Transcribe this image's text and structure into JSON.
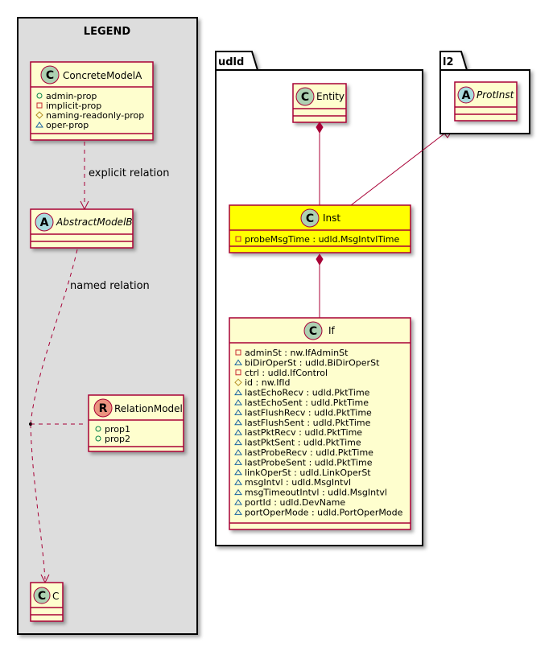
{
  "legend": {
    "title": "LEGEND",
    "concrete": {
      "name": "ConcreteModelA",
      "attrs": [
        {
          "vis": "public",
          "text": "admin-prop"
        },
        {
          "vis": "private",
          "text": "implicit-prop"
        },
        {
          "vis": "protected",
          "text": "naming-readonly-prop"
        },
        {
          "vis": "package",
          "text": "oper-prop"
        }
      ]
    },
    "abstract": {
      "name": "AbstractModelB"
    },
    "relation": {
      "name": "RelationModel",
      "attrs": [
        {
          "vis": "public",
          "text": "prop1"
        },
        {
          "vis": "public",
          "text": "prop2"
        }
      ]
    },
    "c": {
      "name": "C"
    },
    "explicit_label": "explicit relation",
    "named_label": "named relation"
  },
  "pkg_udld": {
    "name": "udld",
    "entity": {
      "name": "Entity"
    },
    "inst": {
      "name": "Inst",
      "color": "#FFFF00",
      "attrs": [
        {
          "vis": "private",
          "text": "probeMsgTime : udld.MsgIntvlTime"
        }
      ]
    },
    "if": {
      "name": "If",
      "attrs": [
        {
          "vis": "private",
          "text": "adminSt : nw.IfAdminSt"
        },
        {
          "vis": "package",
          "text": "biDirOperSt : udld.BiDirOperSt"
        },
        {
          "vis": "private",
          "text": "ctrl : udld.IfControl"
        },
        {
          "vis": "protected",
          "text": "id : nw.IfId"
        },
        {
          "vis": "package",
          "text": "lastEchoRecv : udld.PktTime"
        },
        {
          "vis": "package",
          "text": "lastEchoSent : udld.PktTime"
        },
        {
          "vis": "package",
          "text": "lastFlushRecv : udld.PktTime"
        },
        {
          "vis": "package",
          "text": "lastFlushSent : udld.PktTime"
        },
        {
          "vis": "package",
          "text": "lastPktRecv : udld.PktTime"
        },
        {
          "vis": "package",
          "text": "lastPktSent : udld.PktTime"
        },
        {
          "vis": "package",
          "text": "lastProbeRecv : udld.PktTime"
        },
        {
          "vis": "package",
          "text": "lastProbeSent : udld.PktTime"
        },
        {
          "vis": "package",
          "text": "linkOperSt : udld.LinkOperSt"
        },
        {
          "vis": "package",
          "text": "msgIntvl : udld.MsgIntvl"
        },
        {
          "vis": "package",
          "text": "msgTimeoutIntvl : udld.MsgIntvl"
        },
        {
          "vis": "package",
          "text": "portId : udld.DevName"
        },
        {
          "vis": "package",
          "text": "portOperMode : udld.PortOperMode"
        }
      ]
    }
  },
  "pkg_l2": {
    "name": "l2",
    "protinst": {
      "name": "ProtInst"
    }
  },
  "colors": {
    "class_fill": "#FEFECE",
    "border": "#A80036",
    "legend_bg": "#DDDDDD",
    "class_circle": "#ADD1B2",
    "abstract_circle": "#A9DCDF",
    "relation_circle": "#EB937F",
    "highlight": "#FFFF00"
  }
}
